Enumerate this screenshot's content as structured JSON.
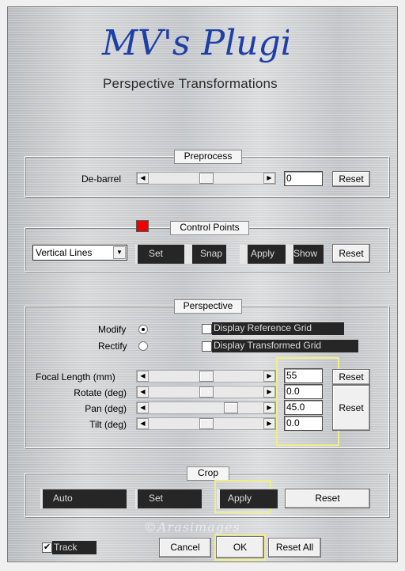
{
  "logo_text": "MV's Plugins",
  "subtitle": "Perspective Transformations",
  "preprocess": {
    "title": "Preprocess",
    "debarrel_label": "De-barrel",
    "debarrel_value": "0",
    "debarrel_slider_pos": 0.5,
    "reset_label": "Reset"
  },
  "control_points": {
    "title": "Control Points",
    "swatch_color": "#ee0000",
    "mode_select": "Vertical Lines",
    "set_label": "Set",
    "snap_label": "Snap",
    "apply_label": "Apply",
    "show_label": "Show",
    "reset_label": "Reset"
  },
  "perspective": {
    "title": "Perspective",
    "modify_label": "Modify",
    "rectify_label": "Rectify",
    "display_reference_grid": "Display Reference Grid",
    "display_transformed_grid": "Display Transformed Grid",
    "focal_length_label": "Focal Length (mm)",
    "focal_length_value": "55",
    "focal_length_pos": 0.5,
    "rotate_label": "Rotate (deg)",
    "rotate_value": "0.0",
    "rotate_pos": 0.5,
    "pan_label": "Pan (deg)",
    "pan_value": "45.0",
    "pan_pos": 0.75,
    "tilt_label": "Tilt (deg)",
    "tilt_value": "0.0",
    "tilt_pos": 0.5,
    "reset_label": "Reset",
    "reset2_label": "Reset"
  },
  "crop": {
    "title": "Crop",
    "auto_label": "Auto",
    "set_label": "Set",
    "apply_label": "Apply",
    "reset_label": "Reset"
  },
  "footer": {
    "track_label": "Track",
    "track_checked": "✔",
    "cancel_label": "Cancel",
    "ok_label": "OK",
    "reset_all_label": "Reset All",
    "watermark": "©Arasimages"
  },
  "colors": {
    "highlight": "#f1ee8a",
    "dark_button": "#262626"
  }
}
